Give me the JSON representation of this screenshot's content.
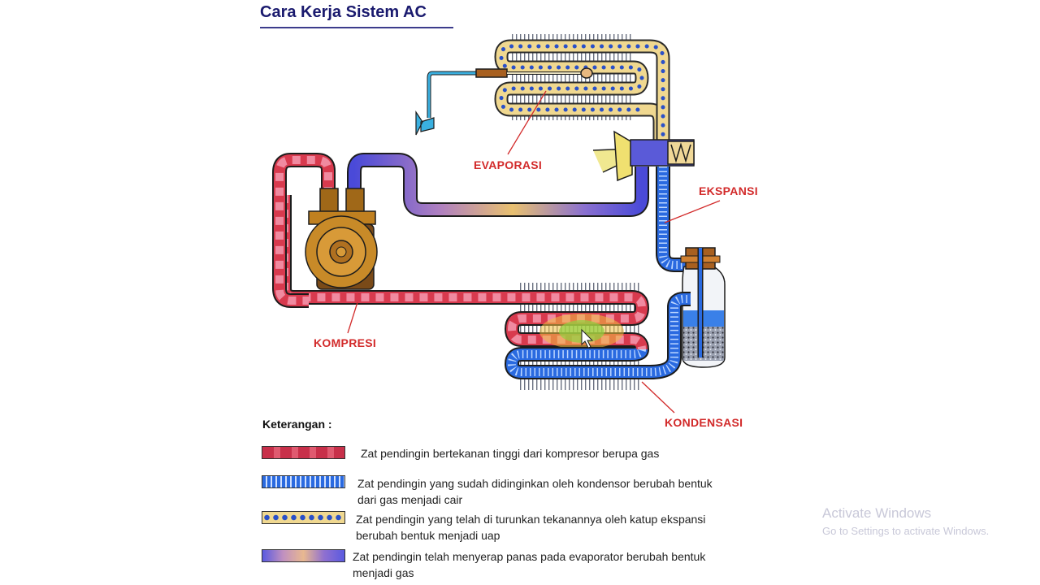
{
  "title": "Cara Kerja Sistem AC",
  "labels": {
    "evaporasi": "EVAPORASI",
    "ekspansi": "EKSPANSI",
    "kompresi": "KOMPRESI",
    "kondensasi": "KONDENSASI"
  },
  "legend": {
    "heading": "Keterangan :",
    "items": [
      {
        "pattern": "red-stripes",
        "text": "Zat pendingin bertekanan tinggi dari kompresor berupa gas"
      },
      {
        "pattern": "blue-ticks",
        "text": "Zat pendingin yang sudah didinginkan oleh kondensor berubah bentuk dari gas menjadi cair"
      },
      {
        "pattern": "yellow-dots",
        "text": "Zat pendingin yang telah di turunkan tekanannya oleh katup ekspansi berubah bentuk menjadi uap"
      },
      {
        "pattern": "purple-gradient",
        "text": "Zat pendingin telah menyerap panas pada evaporator berubah bentuk menjadi gas"
      }
    ]
  },
  "watermark": {
    "line1": "Activate Windows",
    "line2": "Go to Settings to activate Windows."
  },
  "colors": {
    "high_pressure_gas": "#d83a4e",
    "liquid": "#2a6ae0",
    "vapor": "#f0d890",
    "absorbed_gas": "#7a6ad8",
    "label_red": "#d22a2a",
    "title_navy": "#1a1a6e"
  }
}
